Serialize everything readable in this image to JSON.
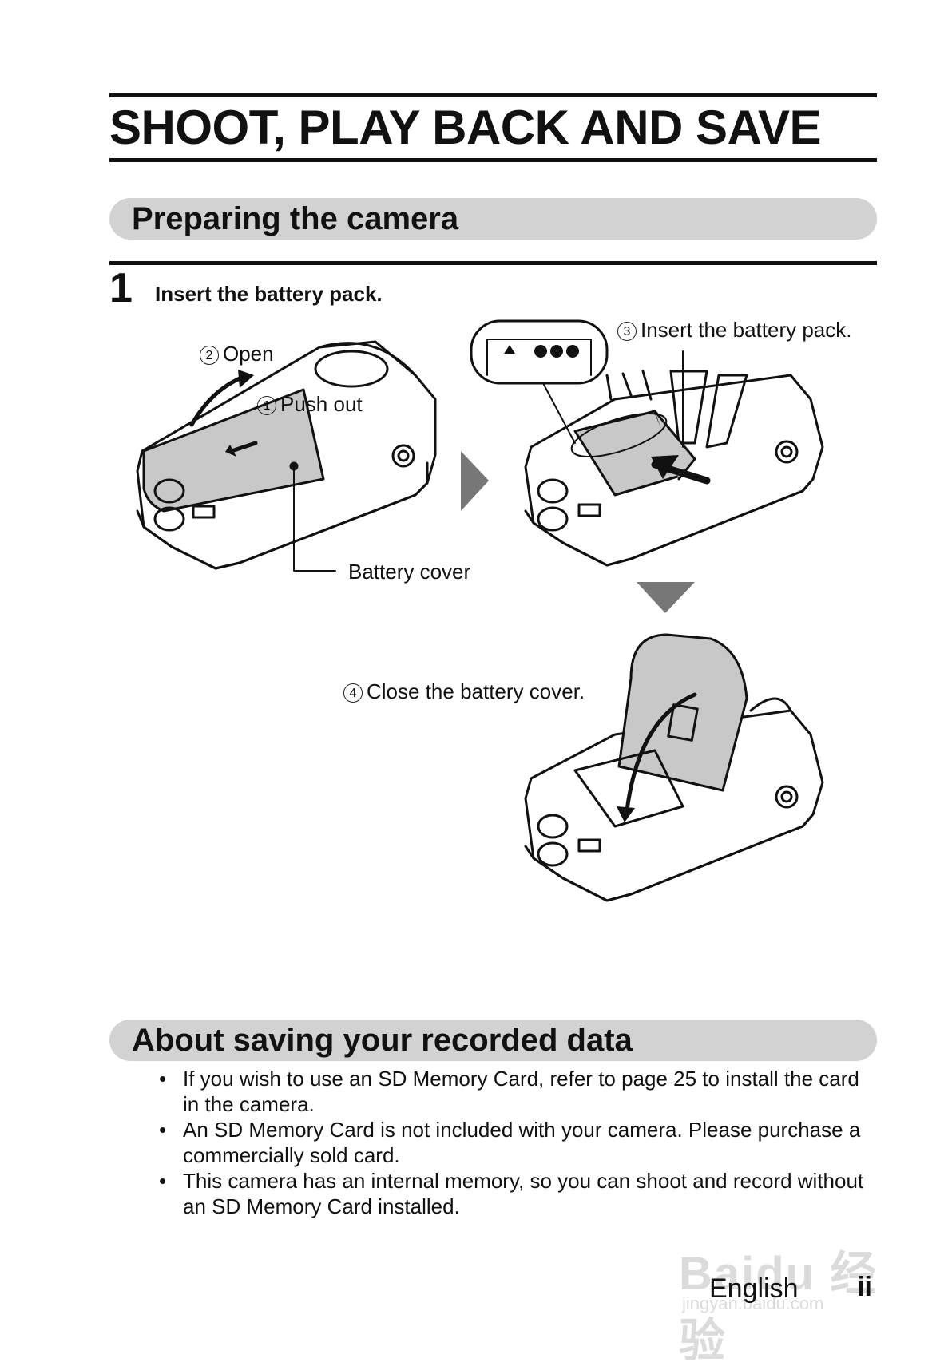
{
  "title": "SHOOT, PLAY BACK AND SAVE",
  "sections": {
    "prep": "Preparing the camera",
    "save": "About saving your recorded data"
  },
  "step": {
    "number": "1",
    "text": "Insert the battery pack."
  },
  "callouts": {
    "open": {
      "num": "2",
      "text": "Open"
    },
    "push_out": {
      "num": "1",
      "text": "Push out"
    },
    "battery_cover": "Battery cover",
    "insert": {
      "num": "3",
      "text": "Insert the battery pack."
    },
    "close": {
      "num": "4",
      "text": "Close the battery cover."
    }
  },
  "bullets": [
    "If you wish to use an SD Memory Card, refer to page 25 to install the card in the camera.",
    "An SD Memory Card is not included with your camera. Please purchase a commercially sold card.",
    "This camera has an internal memory, so you can shoot and record without an SD Memory Card installed."
  ],
  "footer": {
    "language": "English",
    "page": "ii"
  },
  "watermark": {
    "brand": "Baidu 经验",
    "url": "jingyan.baidu.com"
  },
  "colors": {
    "section_bar": "#d2d2d2",
    "ink": "#111111",
    "illustration_fill": "#c8c8c8"
  }
}
